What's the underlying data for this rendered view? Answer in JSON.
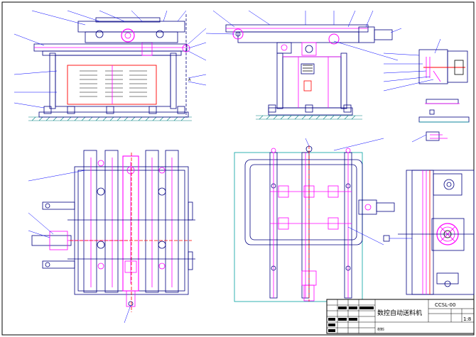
{
  "title_block": {
    "drawing_title": "数控自动送料机",
    "drawing_number": "CCSL-00",
    "scale": "1:8",
    "material_label": "材料"
  },
  "labels": {
    "sheet_mark": "A"
  },
  "colors": {
    "line": "#000080",
    "highlight": "#ff00ff",
    "red": "#ff0000",
    "leader": "#0000ff",
    "ground": "#008080",
    "accent": "#00a0a0"
  }
}
